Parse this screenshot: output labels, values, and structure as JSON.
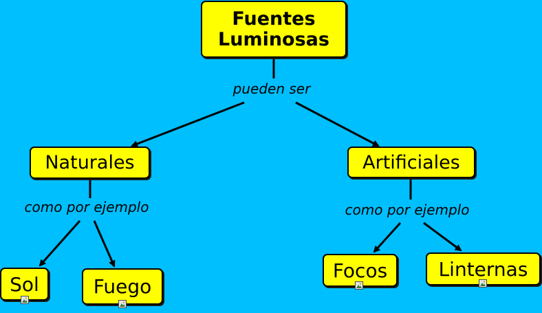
{
  "concept_map": {
    "root": {
      "label_line1": "Fuentes",
      "label_line2": "Luminosas"
    },
    "root_link": "pueden ser",
    "left": {
      "label": "Naturales",
      "link": "como por ejemplo",
      "children": [
        "Sol",
        "Fuego"
      ]
    },
    "right": {
      "label": "Artificiales",
      "link": "como por ejemplo",
      "children": [
        "Focos",
        "Linternas"
      ]
    }
  },
  "colors": {
    "background": "#00bfff",
    "node_fill": "#ffff00",
    "node_border": "#000000"
  },
  "icons": {
    "leaf_attachment": "image-attachment-icon"
  }
}
